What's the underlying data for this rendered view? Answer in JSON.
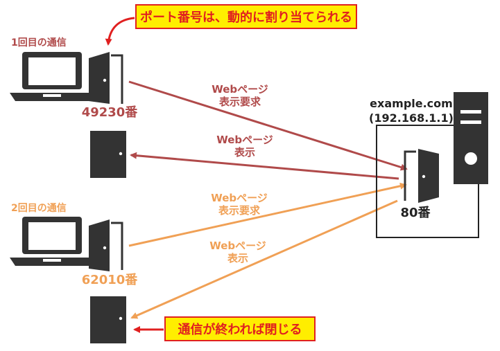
{
  "callouts": {
    "port_assignment": "ポート番号は、動的に割り当てられる",
    "close_on_finish": "通信が終われば閉じる"
  },
  "sessions": [
    {
      "label": "1回目の通信",
      "port_label": "49230番",
      "request_label_line1": "Webページ",
      "request_label_line2": "表示要求",
      "response_label_line1": "Webページ",
      "response_label_line2": "表示"
    },
    {
      "label": "2回目の通信",
      "port_label": "62010番",
      "request_label_line1": "Webページ",
      "request_label_line2": "表示要求",
      "response_label_line1": "Webページ",
      "response_label_line2": "表示"
    }
  ],
  "server": {
    "hostname": "example.com",
    "ip": "(192.168.1.1)",
    "port_label": "80番"
  },
  "colors": {
    "session1": "#b04a4a",
    "session2": "#f0a055",
    "callout_fill": "#ffee00",
    "callout_border": "#e02020",
    "callout_text": "#e02020",
    "device": "#333333"
  },
  "icons": {
    "client": "laptop-icon",
    "open_port": "open-door-icon",
    "closed_port": "closed-door-icon",
    "server": "server-tower-icon"
  }
}
